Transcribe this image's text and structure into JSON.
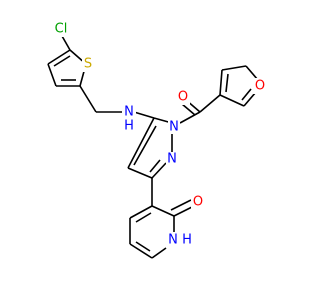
{
  "colors": {
    "carbon": "#000000",
    "nitrogen": "#0000ff",
    "oxygen": "#ff0000",
    "sulfur": "#ccaa00",
    "chlorine": "#00a000",
    "background": "#ffffff"
  },
  "molecule": {
    "atoms": {
      "cl": {
        "text": "Cl",
        "color": "chlorine"
      },
      "s": {
        "text": "S",
        "color": "sulfur"
      },
      "nh_amine": {
        "text": "N",
        "color": "nitrogen"
      },
      "h_amine": {
        "text": "H",
        "color": "nitrogen"
      },
      "n1": {
        "text": "N",
        "color": "nitrogen"
      },
      "n2": {
        "text": "N",
        "color": "nitrogen"
      },
      "o_carbonyl": {
        "text": "O",
        "color": "oxygen"
      },
      "o_furan": {
        "text": "O",
        "color": "oxygen"
      },
      "o_pyridone": {
        "text": "O",
        "color": "oxygen"
      },
      "nh_pyridone": {
        "text": "N",
        "color": "nitrogen"
      },
      "h_pyridone": {
        "text": "H",
        "color": "nitrogen"
      }
    }
  }
}
